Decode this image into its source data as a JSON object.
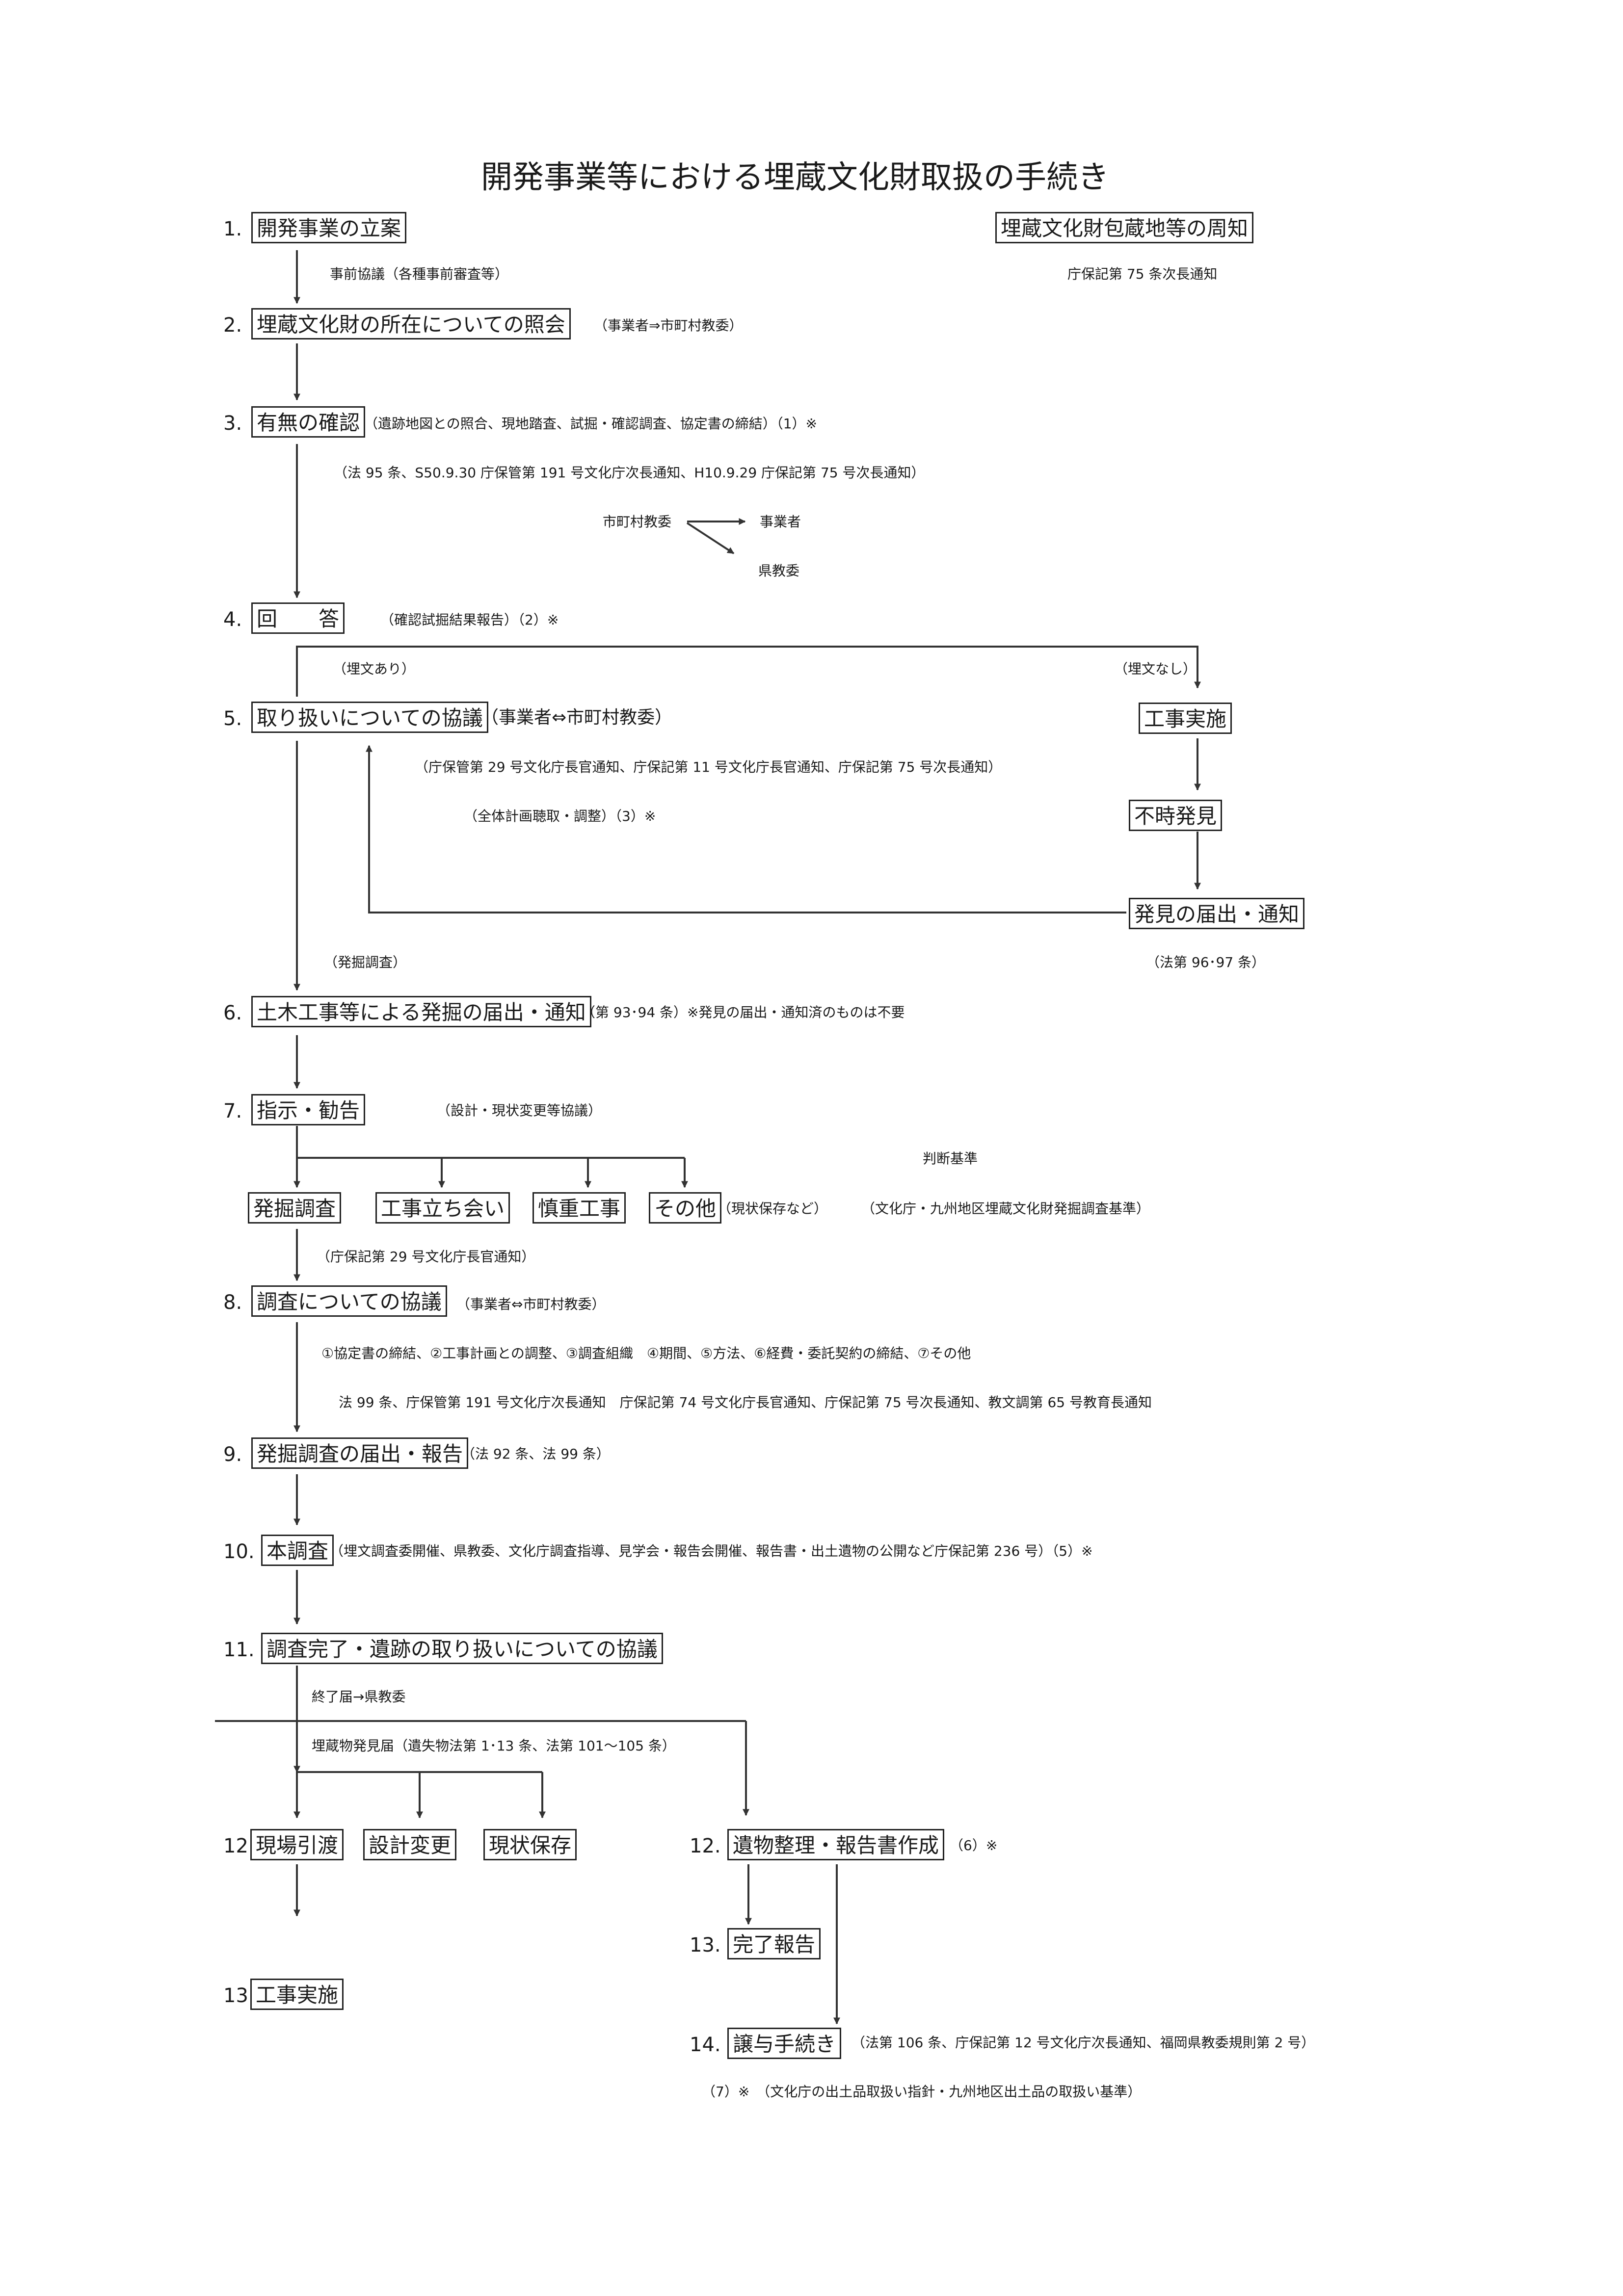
{
  "title": "開発事業等における埋蔵文化財取扱の手続き",
  "right_header": {
    "box": "埋蔵文化財包蔵地等の周知",
    "note": "庁保記第 75 条次長通知"
  },
  "steps": {
    "s1": {
      "num": "1.",
      "box": "開発事業の立案",
      "note": "事前協議（各種事前審査等）"
    },
    "s2": {
      "num": "2.",
      "box": "埋蔵文化財の所在についての照会",
      "note": "（事業者⇒市町村教委）"
    },
    "s3": {
      "num": "3.",
      "box": "有無の確認",
      "note": "（遺跡地図との照合、現地踏査、試掘・確認調査、協定書の締結）（1）※",
      "law": "（法 95 条、S50.9.30 庁保管第 191 号文化庁次長通知、H10.9.29 庁保記第 75 号次長通知）",
      "from": "市町村教委",
      "to1": "事業者",
      "to2": "県教委"
    },
    "s4": {
      "num": "4.",
      "box": "回　　答",
      "note": "（確認試掘結果報告）（2）※"
    },
    "branch": {
      "yes": "（埋文あり）",
      "no": "（埋文なし）"
    },
    "s5": {
      "num": "5.",
      "box": "取り扱いについての協議",
      "suffix": "（事業者⇔市町村教委）",
      "law": "（庁保管第 29 号文化庁長官通知、庁保記第 11 号文化庁長官通知、庁保記第 75 号次長通知）",
      "note": "（全体計画聴取・調整）（3）※"
    },
    "right_flow": {
      "b1": "工事実施",
      "b2": "不時発見",
      "b3": "発見の届出・通知",
      "law": "（法第 96･97 条）"
    },
    "dig_label": "（発掘調査）",
    "s6": {
      "num": "6.",
      "box": "土木工事等による発掘の届出・通知",
      "note": "（第 93･94 条）※発見の届出・通知済のものは不要"
    },
    "s7": {
      "num": "7.",
      "box": "指示・勧告",
      "note": "（設計・現状変更等協議）",
      "criteria": "判断基準",
      "options": [
        "発掘調査",
        "工事立ち会い",
        "慎重工事",
        "その他"
      ],
      "other_note": "（現状保存など）",
      "criteria_note": "（文化庁・九州地区埋蔵文化財発掘調査基準）",
      "law": "（庁保記第 29 号文化庁長官通知）"
    },
    "s8": {
      "num": "8.",
      "box": "調査についての協議",
      "note": "（事業者⇔市町村教委）",
      "items": "①協定書の締結、②工事計画との調整、③調査組織　④期間、⑤方法、⑥経費・委託契約の締結、⑦その他",
      "law": "法 99 条、庁保管第 191 号文化庁次長通知　庁保記第 74 号文化庁長官通知、庁保記第 75 号次長通知、教文調第 65 号教育長通知"
    },
    "s9": {
      "num": "9.",
      "box": "発掘調査の届出・報告",
      "note": "（法 92 条、法 99 条）"
    },
    "s10": {
      "num": "10.",
      "box": "本調査",
      "note": "（埋文調査委開催、県教委、文化庁調査指導、見学会・報告会開催、報告書・出土遺物の公開など庁保記第 236 号）（5）※"
    },
    "s11": {
      "num": "11.",
      "box": "調査完了・遺跡の取り扱いについての協議",
      "note1": "終了届→県教委",
      "note2": "埋蔵物発見届（遺失物法第 1･13 条、法第 101～105 条）"
    },
    "s12": {
      "num": "12.",
      "options": [
        "現場引渡",
        "設計変更",
        "現状保存"
      ]
    },
    "s12b": {
      "num": "12.",
      "box": "遺物整理・報告書作成",
      "note": "（6）※"
    },
    "s13": {
      "num": "13.",
      "box": "工事実施"
    },
    "s13b": {
      "num": "13.",
      "box": "完了報告"
    },
    "s14": {
      "num": "14.",
      "box": "譲与手続き",
      "note": "（法第 106 条、庁保記第 12 号文化庁次長通知、福岡県教委規則第 2 号）",
      "note2": "（7）※　（文化庁の出土品取扱い指針・九州地区出土品の取扱い基準）"
    }
  }
}
